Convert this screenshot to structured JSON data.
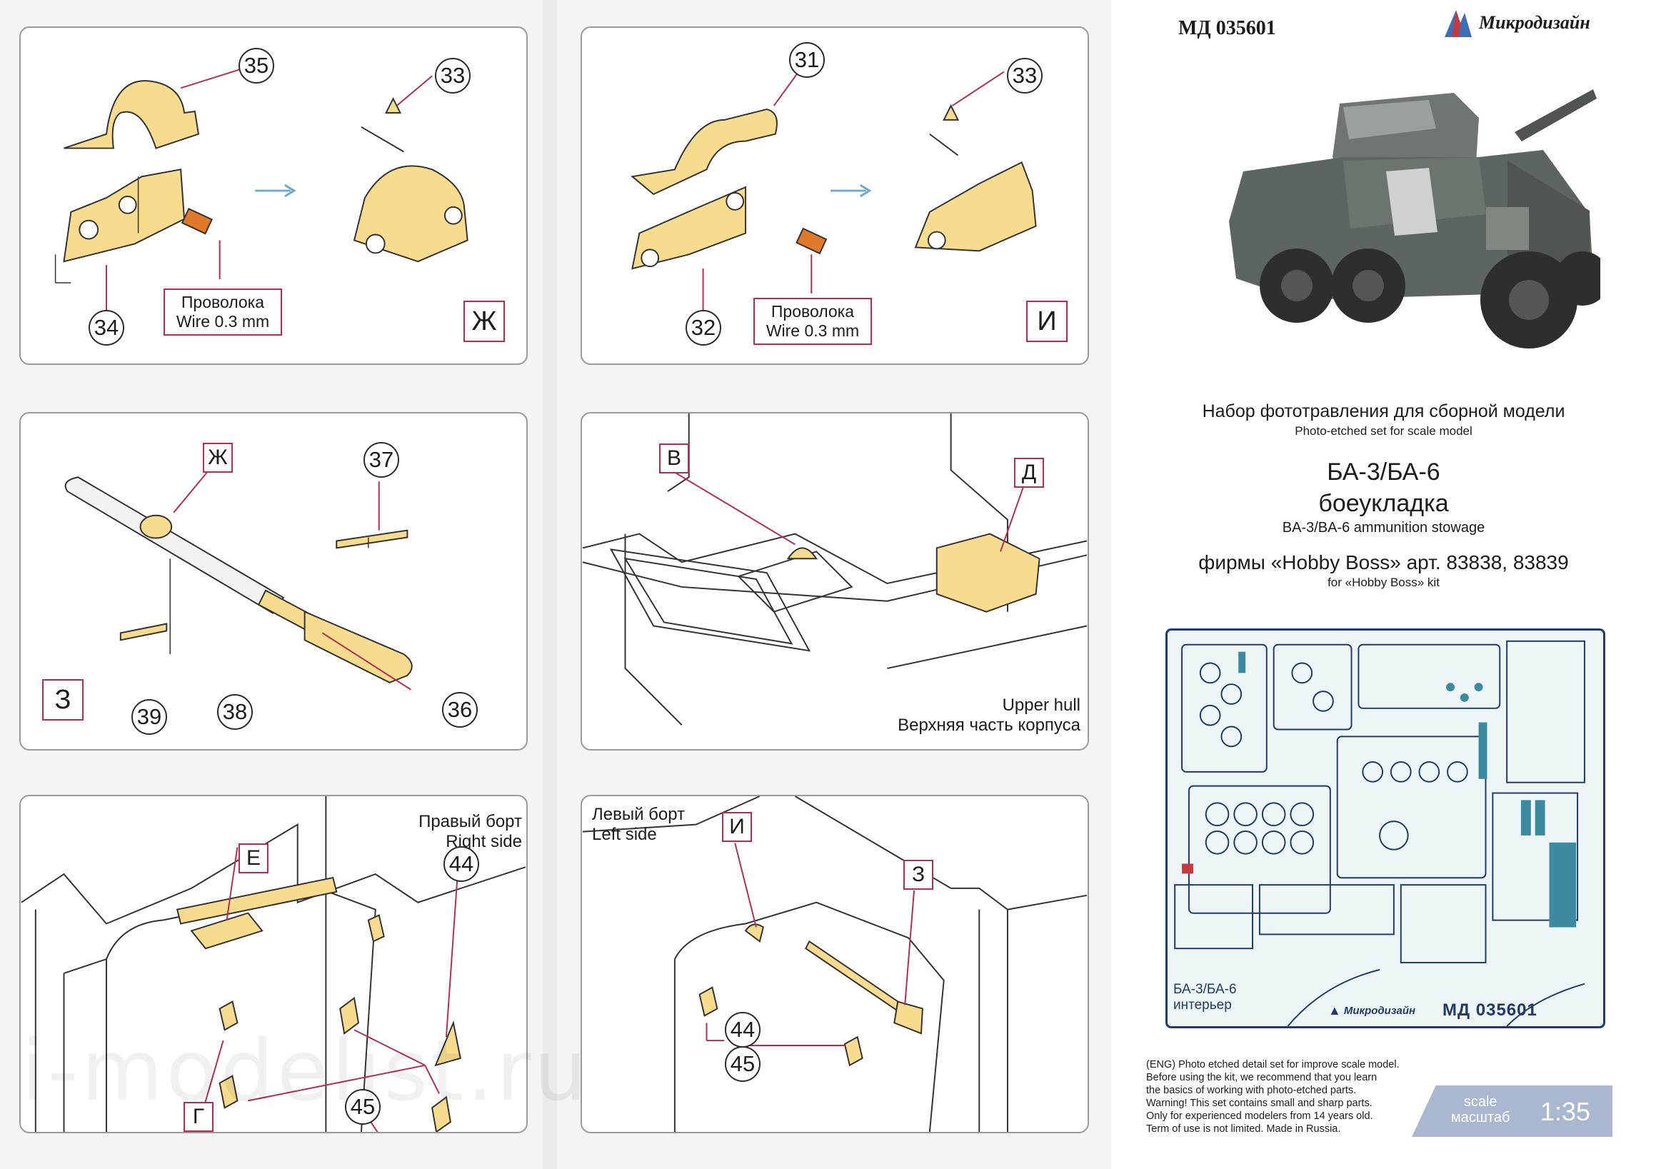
{
  "step_zh": {
    "callouts": {
      "c35": "35",
      "c33": "33",
      "c34": "34"
    },
    "wire_ru": "Проволока",
    "wire_en": "Wire 0.3 mm",
    "step_letter": "Ж"
  },
  "step_i": {
    "callouts": {
      "c31": "31",
      "c33": "33",
      "c32": "32"
    },
    "wire_ru": "Проволока",
    "wire_en": "Wire 0.3 mm",
    "step_letter": "И"
  },
  "step_z": {
    "ref_letter": "Ж",
    "callouts": {
      "c37": "37",
      "c39": "39",
      "c38": "38",
      "c36": "36"
    },
    "step_letter": "З"
  },
  "upper_hull": {
    "ref_v": "В",
    "ref_d": "Д",
    "label_en": "Upper hull",
    "label_ru": "Верхняя часть корпуса"
  },
  "right_side": {
    "label_ru": "Правый борт",
    "label_en": "Right side",
    "ref_e": "Е",
    "ref_g": "Г",
    "callouts": {
      "c44": "44",
      "c45": "45"
    }
  },
  "left_side": {
    "label_ru": "Левый борт",
    "label_en": "Left side",
    "ref_i": "И",
    "ref_z": "З",
    "callouts": {
      "c44": "44",
      "c45": "45"
    }
  },
  "info": {
    "product_code": "МД 035601",
    "brand": "Микродизайн",
    "title_ru": "Набор фототравления для сборной модели",
    "title_en": "Photo-etched set for scale model",
    "model_name": "БА-3/БА-6",
    "subject_ru": "боеукладка",
    "subject_en": "BA-3/BA-6 ammunition stowage",
    "kit_ru": "фирмы «Hobby Boss» арт. 83838, 83839",
    "kit_en": "for «Hobby Boss» kit",
    "fret_label_1": "БА-3/БА-6",
    "fret_label_2": "интерьер",
    "fret_brand": "Микродизайн",
    "fret_code": "МД 035601",
    "disclaimer": [
      "(ENG) Photo etched detail set for improve scale model.",
      "Before using the kit, we recommend that you learn",
      "the basics of working with photo-etched parts.",
      "Warning! This set contains small and sharp parts.",
      "Only for experienced modelers from 14 years old.",
      "Term of use is not limited. Made in Russia."
    ],
    "scale_en": "scale",
    "scale_ru": "масштаб",
    "scale_value": "1:35"
  },
  "watermark": "i-modelist.ru",
  "colors": {
    "part_fill": "#f7dc8f",
    "wire": "#e07a2a",
    "ref_box_border": "#b03050",
    "fret_blue": "#1f3b66",
    "scale_bg": "#a9b8cf"
  }
}
